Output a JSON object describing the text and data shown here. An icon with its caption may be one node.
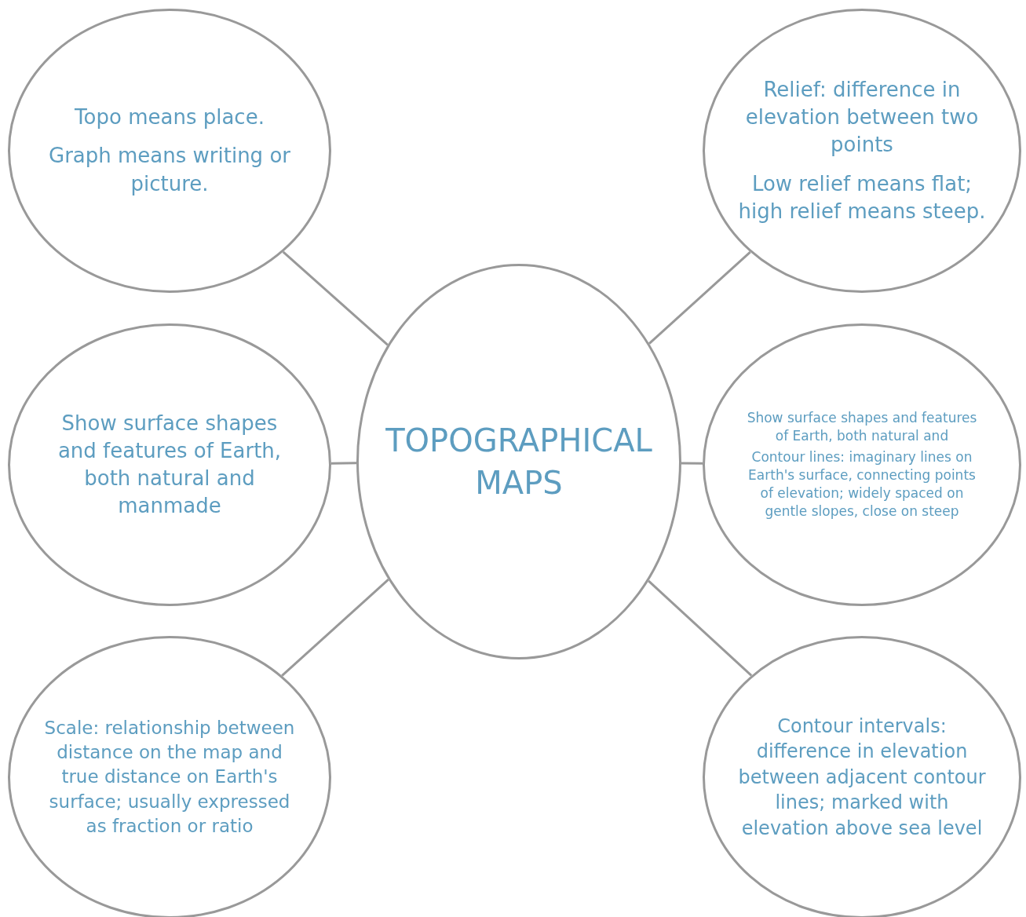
{
  "diagram": {
    "nodes": [
      {
        "text": [
          "Topo means place.",
          "Graph means writing or picture."
        ]
      },
      {
        "text": [
          "Relief: difference in elevation between two points",
          "Low relief means flat; high relief means steep."
        ]
      },
      {
        "text": [
          "Show surface shapes and features of Earth, both natural and manmade"
        ]
      },
      {
        "text": [
          "TOPOGRAPHICAL MAPS"
        ]
      },
      {
        "text": [
          "Show surface shapes and features of Earth, both natural and",
          "Contour lines: imaginary lines on Earth's surface, connecting points of elevation; widely spaced on gentle slopes, close on steep"
        ]
      },
      {
        "text": [
          "Scale: relationship between distance on the map and true distance on Earth's surface; usually expressed as fraction or ratio"
        ]
      },
      {
        "text": [
          "Contour intervals: difference in elevation between adjacent contour lines; marked with elevation above sea level"
        ]
      }
    ],
    "edges": [
      {
        "from": 3,
        "to": 0,
        "arrow": "none"
      },
      {
        "from": 3,
        "to": 1,
        "arrow": "none"
      },
      {
        "from": 3,
        "to": 2,
        "arrow": "none"
      },
      {
        "from": 3,
        "to": 4,
        "arrow": "none"
      },
      {
        "from": 3,
        "to": 5,
        "arrow": "none"
      },
      {
        "from": 3,
        "to": 6,
        "arrow": "none"
      }
    ]
  }
}
